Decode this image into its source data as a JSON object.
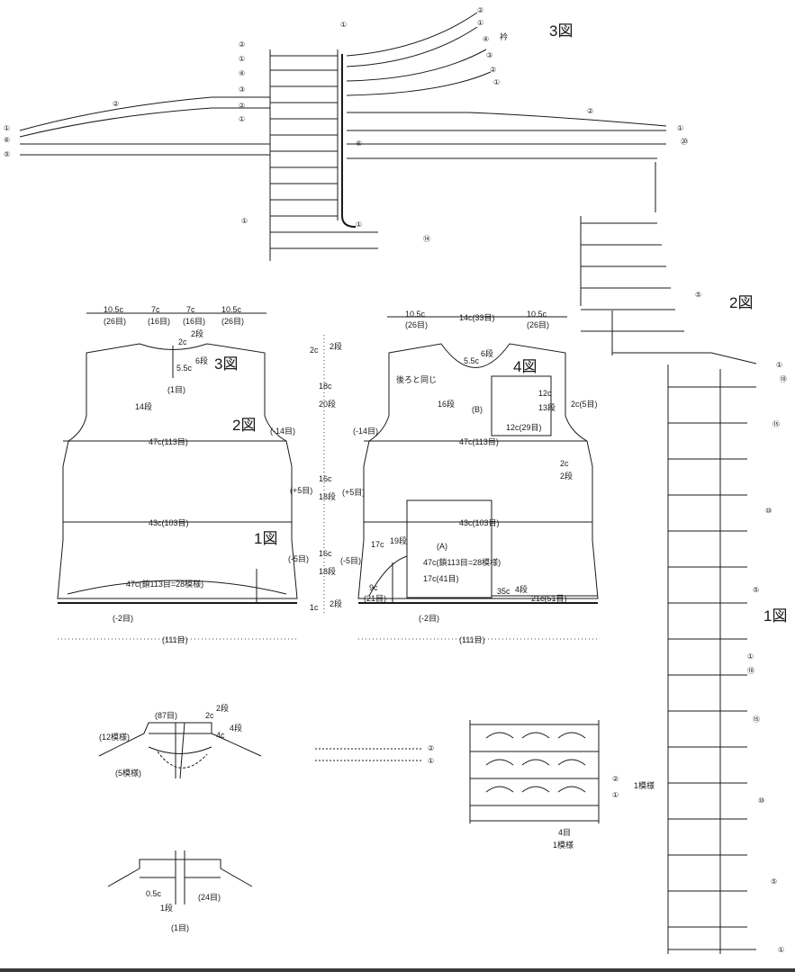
{
  "figures": {
    "fig1": "1図",
    "fig2": "2図",
    "fig3": "3図",
    "fig4": "4図",
    "collar": "衿"
  },
  "row_numbers": [
    "①",
    "②",
    "③",
    "④",
    "⑤",
    "⑥",
    "⑩",
    "⑭",
    "⑮",
    "⑱",
    "⑳"
  ],
  "back_body": {
    "top_dims": [
      "10.5c",
      "(26目)",
      "7c",
      "(16目)",
      "7c",
      "(16目)",
      "10.5c",
      "(26目)"
    ],
    "neck": [
      "2c",
      "2段",
      "5.5c",
      "6段",
      "(1目)"
    ],
    "shoulder_slope": [
      "14段"
    ],
    "side_marks": [
      "(-14目)",
      "(+5目)",
      "(-5目)",
      "(-2目)"
    ],
    "widths": [
      "47c(113目)",
      "43c(103目)",
      "47c(鎖113目=28模様)"
    ],
    "bottom": "(111目)"
  },
  "mid_dims": [
    "2c",
    "2段",
    "18c",
    "20段",
    "16c",
    "18段",
    "16c",
    "18段",
    "1c",
    "2段"
  ],
  "front_body": {
    "top_dims": [
      "10.5c",
      "(26目)",
      "14c(33目)",
      "10.5c",
      "(26目)"
    ],
    "neck": [
      "5.5c",
      "6段"
    ],
    "note": "後ろと同じ",
    "armhole": [
      "16段",
      "(-14目)",
      "(+5目)",
      "(-5目)"
    ],
    "pocket_b": [
      "(B)",
      "12c",
      "13段",
      "2c(5目)",
      "12c(29目)",
      "2c",
      "2段"
    ],
    "pocket_a": [
      "(A)",
      "17c",
      "19段",
      "17c(41目)",
      "35c",
      "4段",
      "21c(51目)",
      "9c",
      "(21目)"
    ],
    "widths": [
      "47c(113目)",
      "43c(103目)",
      "47c(鎖113目=28模様)"
    ],
    "bottom_mark": "(-2目)",
    "bottom": "(111目)"
  },
  "collar_detail": [
    "(87目)",
    "2c",
    "2段",
    "4c",
    "4段",
    "(12模様)",
    "(5模様)"
  ],
  "button_band": [
    "0.5c",
    "1段",
    "(24目)",
    "(1目)"
  ],
  "stitch_sample": [
    "②",
    "①",
    "1模様",
    "4目",
    "1模様"
  ]
}
